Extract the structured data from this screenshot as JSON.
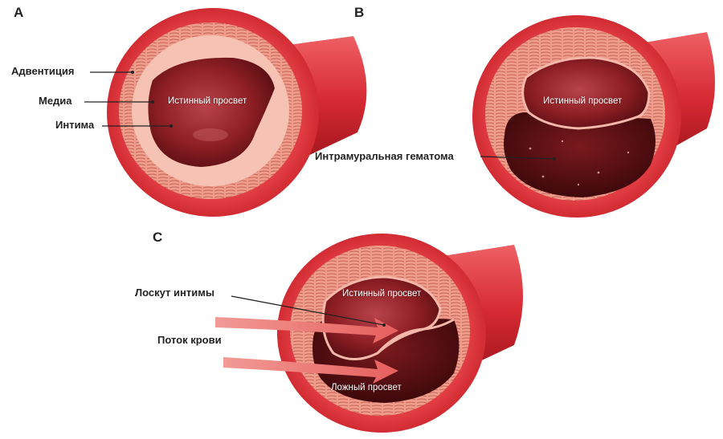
{
  "panels": {
    "a": {
      "letter": "A",
      "labels": {
        "adventitia": "Адвентиция",
        "media": "Медиа",
        "intima": "Интима"
      },
      "lumen": "Истинный просвет"
    },
    "b": {
      "letter": "B",
      "lumen": "Истинный просвет",
      "hematoma": "Интрамуральная гематома"
    },
    "c": {
      "letter": "C",
      "flap": "Лоскут интимы",
      "flow": "Поток крови",
      "lumen": "Истинный просвет",
      "false_lumen": "Ложный просвет"
    }
  },
  "colors": {
    "vessel": "#d72a33",
    "wall": "#e33a40",
    "media": "#eb8a78",
    "lumen": "#8e1f24",
    "hematoma": "#5e1114",
    "flow_arrow": "#ea6f6c"
  }
}
